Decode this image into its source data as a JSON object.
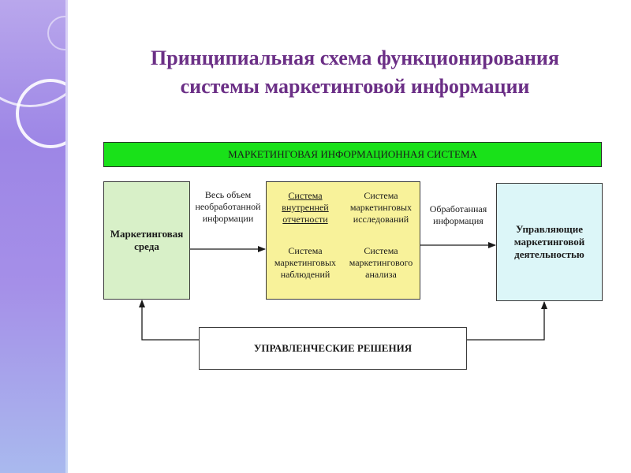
{
  "title": {
    "line1": "Принципиальная схема функционирования",
    "line2": "системы маркетинговой информации"
  },
  "diagram": {
    "banner": "МАРКЕТИНГОВАЯ ИНФОРМАЦИОННАЯ СИСТЕМА",
    "environment": {
      "line1": "Маркетинговая",
      "line2": "среда"
    },
    "raw_info": {
      "line1": "Весь объем",
      "line2": "необработанной",
      "line3": "информации"
    },
    "subsystems": [
      {
        "line1": "Система",
        "line2": "внутренней",
        "line3": "отчетности"
      },
      {
        "line1": "Система",
        "line2": "маркетинговых",
        "line3": "исследований"
      },
      {
        "line1": "Система",
        "line2": "маркетинговых",
        "line3": "наблюдений"
      },
      {
        "line1": "Система",
        "line2": "маркетингового",
        "line3": "анализа"
      }
    ],
    "processed_info": {
      "line1": "Обработанная",
      "line2": "информация"
    },
    "management": {
      "line1": "Управляющие",
      "line2": "маркетинговой",
      "line3": "деятельностью"
    },
    "decisions": "УПРАВЛЕНЧЕСКИЕ РЕШЕНИЯ"
  },
  "colors": {
    "title": "#6b2f86",
    "banner": "#19e119",
    "environment": "#d8f0c8",
    "center": "#f8f29a",
    "management": "#dcf6f8"
  }
}
